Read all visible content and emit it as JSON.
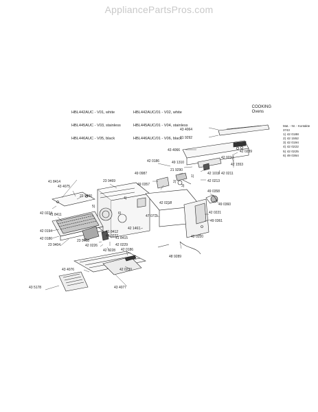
{
  "watermark": "AppliancePartsPros.com",
  "header": {
    "models_left": [
      "HBL442AUC - V01, white",
      "HBL445AUC - V03, stainless",
      "HBL446AUC - V05, black"
    ],
    "models_right": [
      "HBL442AUC/01 - V02, white",
      "HBL445AUC/01 - V04, stainless",
      "HBL446AUC/01 - V06, black"
    ],
    "category": "COOKING",
    "subcategory": "Ovens"
  },
  "legend": {
    "title": "Mat. - Nr. - Kontakte",
    "subtitle": "3743",
    "items": [
      "1) 42 0188",
      "2) 42 1552",
      "3) 42 0194",
      "4) 42 0222",
      "5) 42 0225",
      "6) 49 0364"
    ]
  },
  "part_labels": {
    "p1": "43 4064",
    "p2": "21 9292",
    "p3": "43 4066",
    "p4": "42 0239",
    "p5": "42 0210",
    "p6": "42 1553",
    "p7": "42 0186",
    "p8": "49 1310",
    "p9": "21 9290",
    "p10": "42 1019",
    "p11": "42 0211",
    "p12": "49 0987",
    "p13": "49 0357",
    "p14": "42 0213",
    "p15": "23 9469",
    "p16": "41 8414",
    "p17": "43 4075",
    "p18": "23 9400",
    "p19": "49 0358",
    "p20": "49 0360",
    "p21": "42 0219",
    "p22": "42 0221",
    "p23": "42 0224",
    "p24": "41 8411",
    "p25": "47 0711",
    "p26": "49 0361",
    "p27": "42 1467",
    "p28": "42 0220",
    "p29": "42 0194",
    "p30": "42 0186",
    "p31": "23 9404",
    "p32": "41 8412",
    "p33": "42 0222",
    "p34": "23 9408",
    "p35": "41 8415",
    "p36": "42 0226",
    "p37": "42 0229",
    "p38": "42 0228",
    "p39": "42 0186",
    "p40": "48 9289",
    "p41": "43 4076",
    "p42": "42 0230",
    "p43": "43 5178",
    "p44": "43 4077"
  },
  "callouts": {
    "c1": "1)",
    "c2": "2)",
    "c3": "3)",
    "c4": "4)",
    "c5": "5)",
    "c6": "6)"
  }
}
